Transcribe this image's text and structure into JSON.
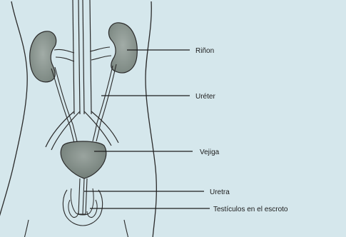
{
  "diagram": {
    "background_color": "#d5e7ec",
    "organ_fill": "#8c9893",
    "line_color": "#1e1e1e",
    "labels": {
      "rinon": "Riñon",
      "ureter": "Uréter",
      "vejiga": "Vejiga",
      "uretra": "Uretra",
      "testiculos": "Testículos en el escroto"
    }
  }
}
